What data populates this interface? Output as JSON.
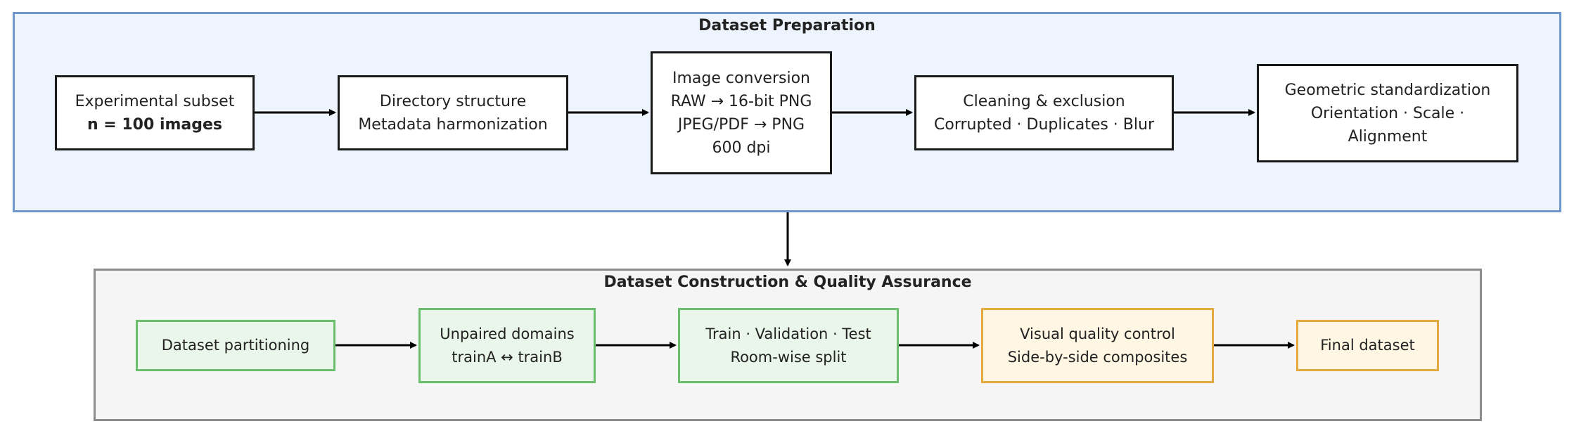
{
  "prep": {
    "title": "Dataset Preparation",
    "steps": [
      {
        "line1": "Experimental subset",
        "line2": "n = 100 images"
      },
      {
        "line1": "Directory structure",
        "line2": "Metadata harmonization"
      },
      {
        "line1": "Image conversion",
        "line2": "RAW → 16-bit PNG",
        "line3": "JPEG/PDF → PNG",
        "line4": "600 dpi"
      },
      {
        "line1": "Cleaning & exclusion",
        "line2": "Corrupted · Duplicates · Blur"
      },
      {
        "line1": "Geometric standardization",
        "line2": "Orientation · Scale ·",
        "line3": "Alignment"
      }
    ]
  },
  "qa": {
    "title": "Dataset Construction & Quality Assurance",
    "steps": [
      {
        "line1": "Dataset partitioning"
      },
      {
        "line1": "Unpaired domains",
        "line2": "trainA ↔ trainB"
      },
      {
        "line1": "Train · Validation · Test",
        "line2": "Room-wise split"
      },
      {
        "line1": "Visual quality control",
        "line2": "Side-by-side composites"
      },
      {
        "line1": "Final dataset"
      }
    ]
  },
  "colors": {
    "prep_fill": "#eef4fd",
    "prep_border": "#6f96cd",
    "qa_fill": "#f5f5f5",
    "qa_border": "#8c8c8c",
    "green_fill": "#e9f6e9",
    "green_border": "#6abf6d",
    "orange_fill": "#fff6e3",
    "orange_border": "#e5aa3e",
    "arrow": "#000000"
  }
}
